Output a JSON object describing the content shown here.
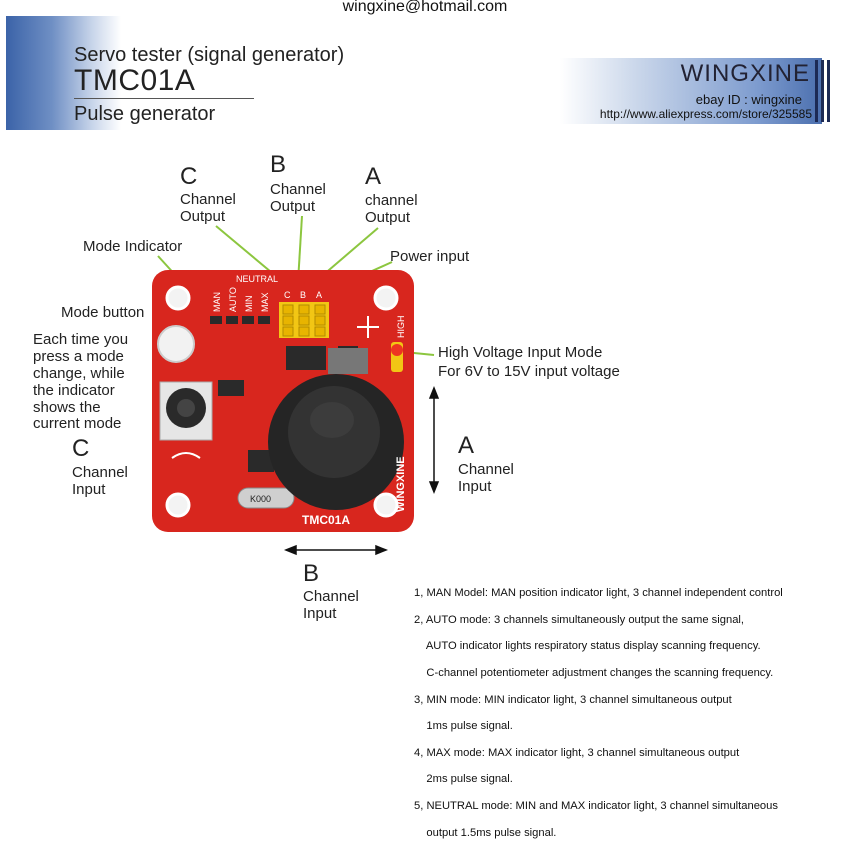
{
  "header": {
    "email": "wingxine@hotmail.com",
    "subtitle": "Servo tester (signal generator)",
    "model": "TMC01A",
    "product_type": "Pulse generator"
  },
  "brand": {
    "name": "WINGXINE",
    "ebay": "ebay ID : wingxine",
    "store_url": "http://www.aliexpress.com/store/325585"
  },
  "labels": {
    "c_output_letter": "C",
    "c_output_text": [
      "Channel",
      "Output"
    ],
    "b_output_letter": "B",
    "b_output_text": [
      "Channel",
      "Output"
    ],
    "a_output_letter": "A",
    "a_output_text": [
      "channel",
      "Output"
    ],
    "mode_indicator": "Mode Indicator",
    "power_input": "Power input",
    "mode_button": "Mode button",
    "mode_note": [
      "Each time you",
      "press a mode",
      "change, while",
      "the indicator",
      "shows the",
      "current mode"
    ],
    "high_voltage": [
      "High Voltage Input Mode",
      "For 6V to 15V input voltage"
    ],
    "c_input_letter": "C",
    "c_input_text": [
      "Channel",
      "Input"
    ],
    "a_input_letter": "A",
    "a_input_text": [
      "Channel",
      "Input"
    ],
    "b_input_letter": "B",
    "b_input_text": [
      "Channel",
      "Input"
    ]
  },
  "board": {
    "mode_labels": [
      "MAN",
      "AUTO",
      "MIN",
      "MAX",
      "NEUTRAL"
    ],
    "pin_labels": [
      "C",
      "B",
      "A"
    ],
    "silk_model": "TMC01A",
    "silk_brand": "WINGXINE",
    "silk_high": "HIGH",
    "crystal": "K000",
    "colors": {
      "pcb": "#d8261e",
      "pin": "#f2c614",
      "knob": "#2a2a2a"
    }
  },
  "notes": [
    "1, MAN Model: MAN position indicator light, 3 channel independent control",
    "2, AUTO mode: 3 channels simultaneously output the same signal,",
    "    AUTO indicator lights respiratory status display scanning frequency.",
    "    C-channel potentiometer adjustment changes the scanning frequency.",
    "3, MIN mode: MIN indicator light, 3 channel simultaneous output",
    "    1ms pulse signal.",
    "4, MAX mode: MAX indicator light, 3 channel simultaneous output",
    "    2ms pulse signal.",
    "5, NEUTRAL mode: MIN and MAX indicator light, 3 channel simultaneous",
    "    output 1.5ms pulse signal."
  ]
}
